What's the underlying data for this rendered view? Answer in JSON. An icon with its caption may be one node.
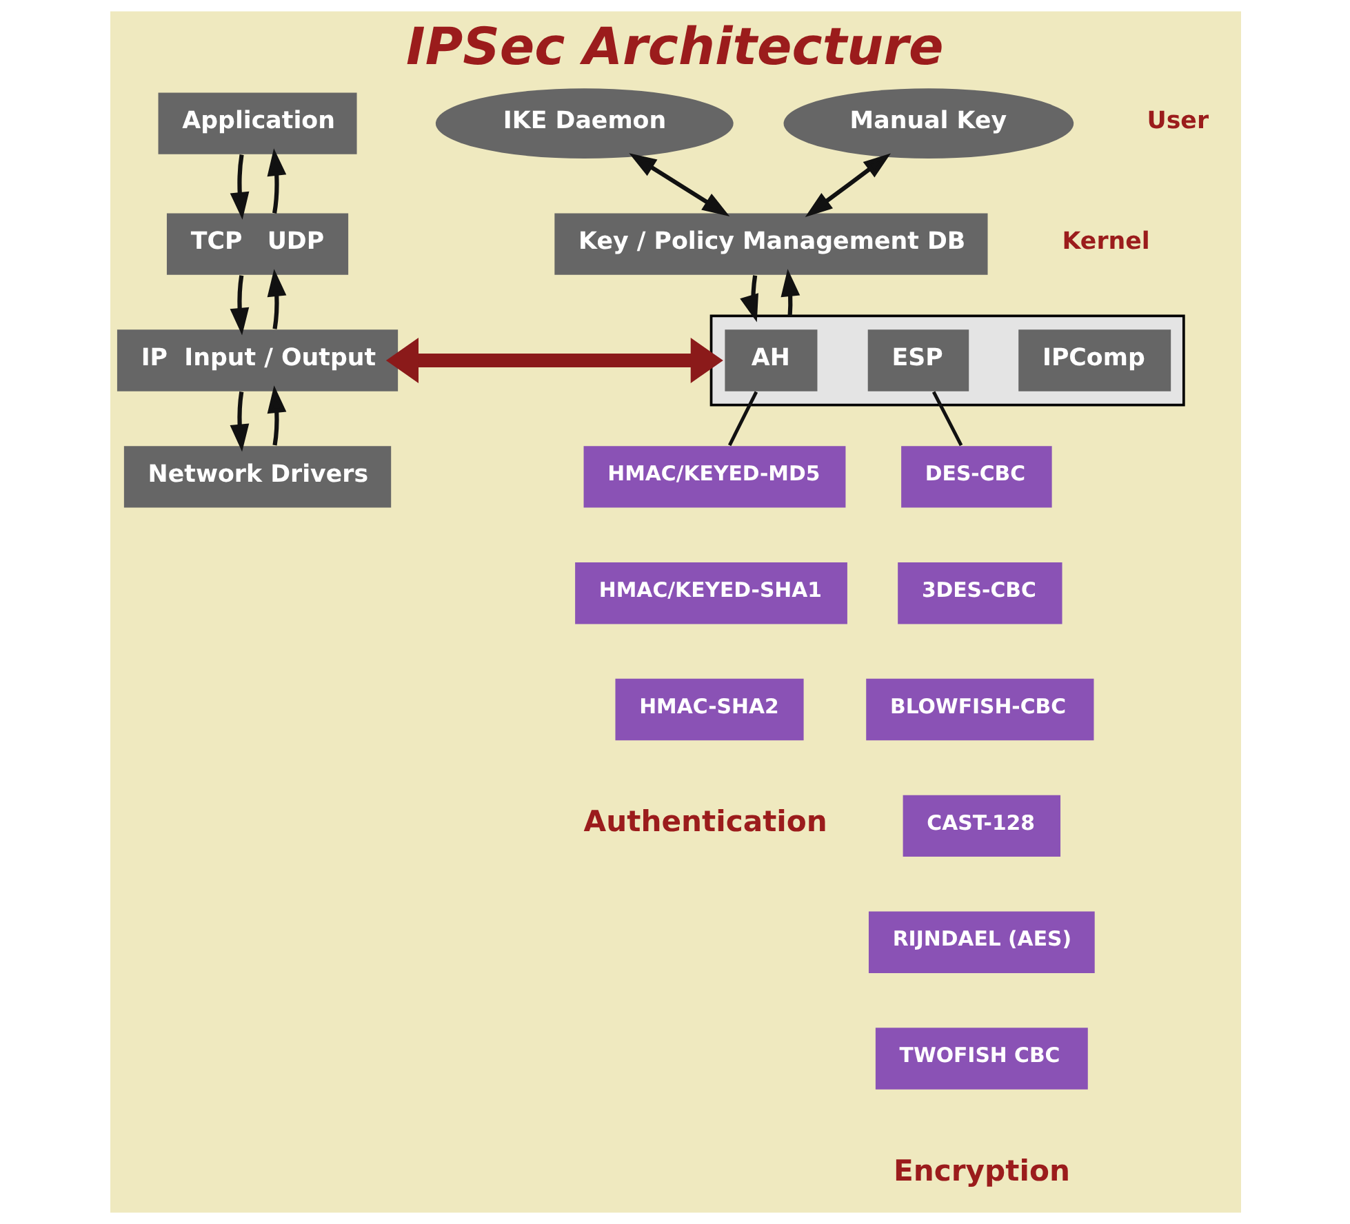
{
  "diagram": {
    "title": "IPSec Architecture",
    "nodes": [
      {
        "text": [
          "Application"
        ]
      },
      {
        "text": [
          "TCP   UDP"
        ]
      },
      {
        "text": [
          "IP  Input / Output"
        ]
      },
      {
        "text": [
          "Network Drivers"
        ]
      },
      {
        "text": [
          "IKE Daemon"
        ]
      },
      {
        "text": [
          "Manual Key"
        ]
      },
      {
        "text": [
          "Key / Policy Management DB"
        ]
      },
      {
        "text": [],
        "shape": "box"
      },
      {
        "text": [
          "AH"
        ],
        "in": 7
      },
      {
        "text": [
          "ESP"
        ],
        "in": 7
      },
      {
        "text": [
          "IPComp"
        ],
        "in": 7
      },
      {
        "text": [
          "HMAC/KEYED-MD5"
        ]
      },
      {
        "text": [
          "HMAC/KEYED-SHA1"
        ]
      },
      {
        "text": [
          "HMAC-SHA2"
        ]
      },
      {
        "text": [
          "DES-CBC"
        ]
      },
      {
        "text": [
          "3DES-CBC"
        ]
      },
      {
        "text": [
          "BLOWFISH-CBC"
        ]
      },
      {
        "text": [
          "CAST-128"
        ]
      },
      {
        "text": [
          "RIJNDAEL (AES)"
        ]
      },
      {
        "text": [
          "TWOFISH CBC"
        ]
      }
    ],
    "edges": [
      {
        "from": 0,
        "to": 1,
        "arrow": "to"
      },
      {
        "from": 1,
        "to": 0,
        "arrow": "to"
      },
      {
        "from": 1,
        "to": 2,
        "arrow": "to"
      },
      {
        "from": 2,
        "to": 1,
        "arrow": "to"
      },
      {
        "from": 2,
        "to": 3,
        "arrow": "to"
      },
      {
        "from": 3,
        "to": 2,
        "arrow": "to"
      },
      {
        "from": 2,
        "to": 7,
        "arrow": "both",
        "style": "thick",
        "color": "#8b1a1a"
      },
      {
        "from": 4,
        "to": 6,
        "arrow": "both"
      },
      {
        "from": 5,
        "to": 6,
        "arrow": "both"
      },
      {
        "from": 6,
        "to": 7,
        "arrow": "to"
      },
      {
        "from": 7,
        "to": 6,
        "arrow": "to"
      },
      {
        "from": 8,
        "to": 11,
        "arrow": "none"
      },
      {
        "from": 9,
        "to": 14,
        "arrow": "none"
      }
    ],
    "labels": [
      "User",
      "Kernel",
      "Authentication",
      "Encryption"
    ]
  }
}
